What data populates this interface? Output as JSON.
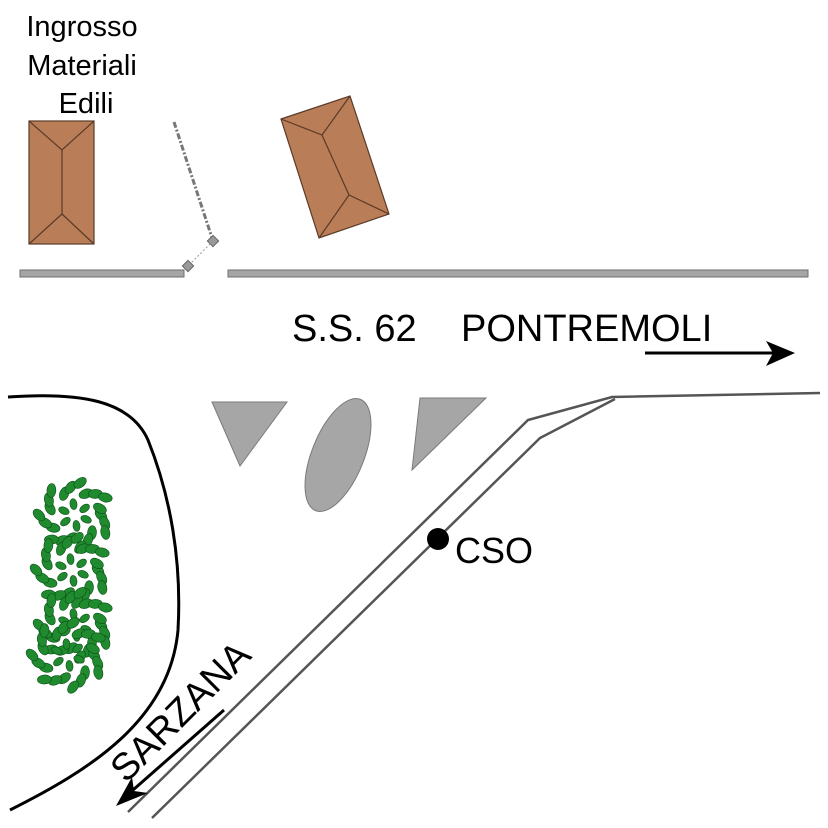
{
  "map": {
    "store_label": [
      "Ingrosso",
      "Materiali",
      "Edili"
    ],
    "highway_label": "S.S. 62",
    "direction_north_label": "PONTREMOLI",
    "direction_south_label": "SARZANA",
    "point_label": "CSO"
  },
  "colors": {
    "building_fill": "#b97d57",
    "building_stroke": "#5a3b28",
    "road_edge_fill": "#a6a6a6",
    "traffic_island_fill": "#a6a6a6",
    "vegetation_fill": "#1f8a2e",
    "line": "#000000",
    "road_line": "#555555"
  },
  "icons": {
    "building": "building-icon",
    "tree": "tree-icon",
    "point_marker": "dot-icon",
    "arrow": "arrow-icon"
  }
}
